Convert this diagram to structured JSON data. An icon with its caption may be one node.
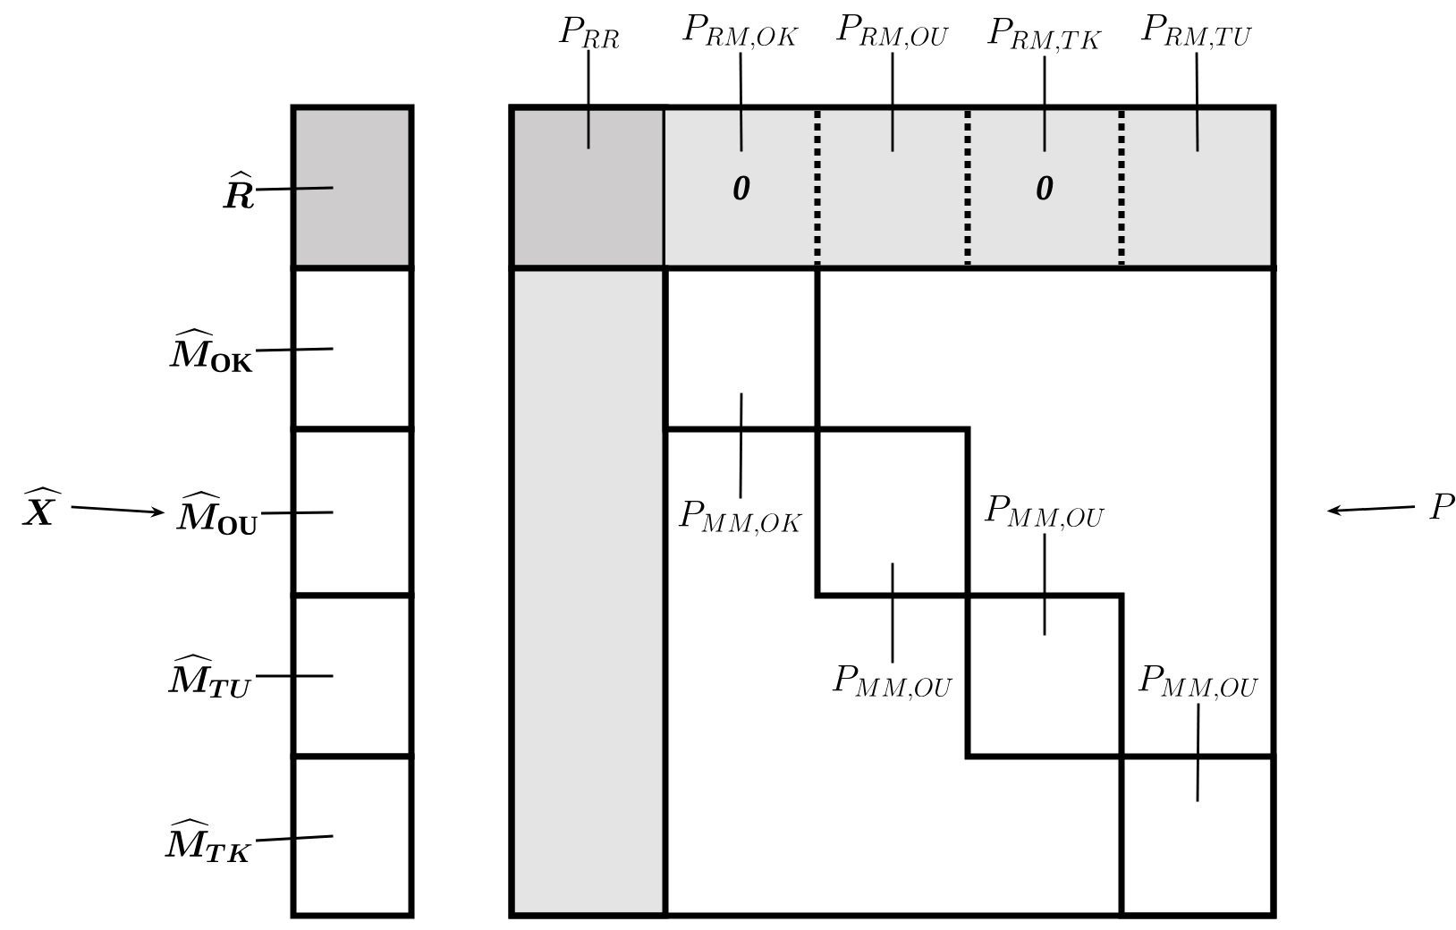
{
  "diagram": {
    "nodes": [
      {
        "text": [
          "\\widehat{X}"
        ]
      },
      {
        "text": [
          "\\widehat{R}"
        ]
      },
      {
        "text": [
          "\\widehat{M}_{\\mathrm{OK}}"
        ]
      },
      {
        "text": [
          "\\widehat{M}_{\\mathrm{OU}}"
        ]
      },
      {
        "text": [
          "\\widehat{M}_{TU}"
        ]
      },
      {
        "text": [
          "\\widehat{M}_{TK}"
        ]
      },
      {
        "text": [],
        "shape": "box"
      },
      {
        "text": [],
        "shape": "box"
      },
      {
        "text": [],
        "shape": "box"
      },
      {
        "text": [],
        "shape": "box"
      },
      {
        "text": [],
        "shape": "box"
      },
      {
        "text": [],
        "shape": "box"
      },
      {
        "text": [],
        "shape": "box",
        "in": 11
      },
      {
        "text": [
          "0"
        ],
        "in": 11
      },
      {
        "text": [],
        "shape": "box",
        "in": 11
      },
      {
        "text": [
          "0"
        ],
        "in": 11
      },
      {
        "text": [],
        "shape": "box",
        "in": 11
      },
      {
        "text": [],
        "shape": "box",
        "in": 11
      },
      {
        "text": [],
        "shape": "box",
        "in": 11
      },
      {
        "text": [],
        "shape": "box",
        "in": 11
      },
      {
        "text": [],
        "shape": "box",
        "in": 11
      },
      {
        "text": [],
        "shape": "box",
        "in": 11
      },
      {
        "text": [
          "P_{RR}"
        ]
      },
      {
        "text": [
          "P_{RM,OK}"
        ]
      },
      {
        "text": [
          "P_{RM,OU}"
        ]
      },
      {
        "text": [
          "P_{RM,TK}"
        ]
      },
      {
        "text": [
          "P_{RM,TU}"
        ]
      },
      {
        "text": [
          "P_{MM,OK}"
        ],
        "in": 11
      },
      {
        "text": [
          "P_{MM,OU}"
        ],
        "in": 11
      },
      {
        "text": [
          "P_{MM,OU}"
        ],
        "in": 11
      },
      {
        "text": [
          "P_{MM,OU}"
        ],
        "in": 11
      },
      {
        "text": [
          "P"
        ]
      }
    ],
    "edges": [
      {
        "from": 0,
        "to": 3,
        "arrow": "to"
      },
      {
        "from": 1,
        "to": 6,
        "arrow": "none"
      },
      {
        "from": 2,
        "to": 7,
        "arrow": "none"
      },
      {
        "from": 3,
        "to": 8,
        "arrow": "none"
      },
      {
        "from": 4,
        "to": 9,
        "arrow": "none"
      },
      {
        "from": 5,
        "to": 10,
        "arrow": "none"
      },
      {
        "from": 22,
        "to": 12,
        "arrow": "none"
      },
      {
        "from": 23,
        "to": 13,
        "arrow": "none"
      },
      {
        "from": 24,
        "to": 14,
        "arrow": "none"
      },
      {
        "from": 25,
        "to": 15,
        "arrow": "none"
      },
      {
        "from": 26,
        "to": 16,
        "arrow": "none"
      },
      {
        "from": 27,
        "to": 18,
        "arrow": "none"
      },
      {
        "from": 28,
        "to": 19,
        "arrow": "none"
      },
      {
        "from": 29,
        "to": 20,
        "arrow": "none"
      },
      {
        "from": 30,
        "to": 21,
        "arrow": "none"
      },
      {
        "from": 31,
        "to": 11,
        "arrow": "to"
      }
    ]
  }
}
